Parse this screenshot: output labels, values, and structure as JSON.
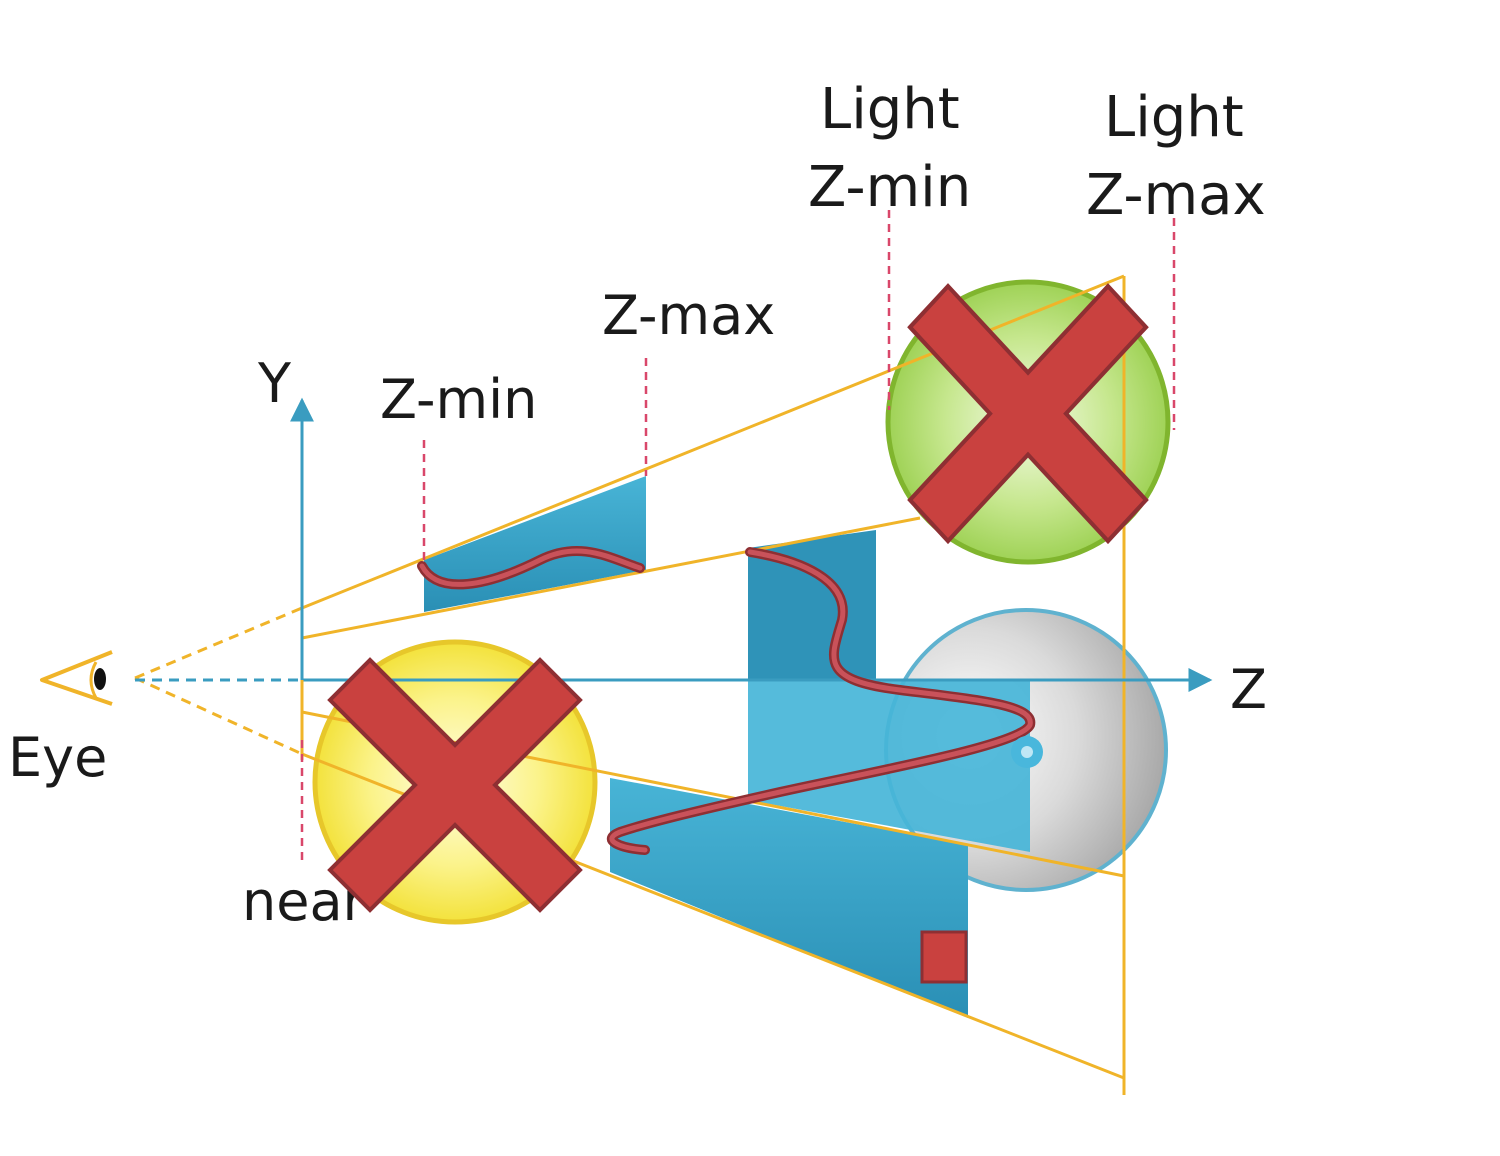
{
  "labels": {
    "y_axis": "Y",
    "z_axis": "Z",
    "eye": "Eye",
    "near": "near",
    "z_min": "Z-min",
    "z_max": "Z-max",
    "light_zmin_line1": "Light",
    "light_zmin_line2": "Z-min",
    "light_zmax_line1": "Light",
    "light_zmax_line2": "Z-max"
  },
  "colors": {
    "axis": "#3a9cc0",
    "frustum": "#f0b429",
    "marker": "#d9476a",
    "tile": "#2e9fc4",
    "cross": "#c9413f",
    "sphere_green": "#9fd256",
    "sphere_yellow": "#f6e94a",
    "sphere_gray": "#c8c8c8",
    "curve": "#b9454a"
  },
  "icons": {
    "eye": "eye-icon",
    "rejected": "cross-icon",
    "light": "sun-icon",
    "square": "square-marker-icon"
  }
}
